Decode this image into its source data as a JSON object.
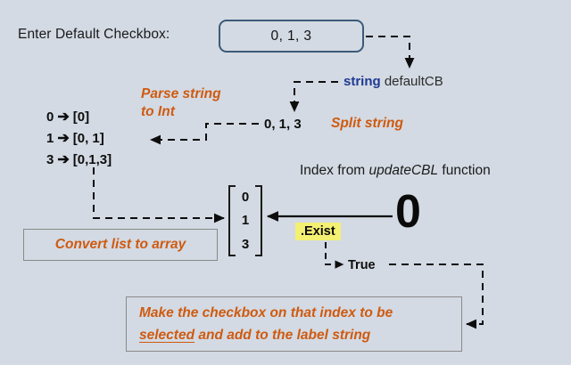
{
  "background_color": "#d3dae3",
  "accent_orange": "#cf5a10",
  "keyword_blue": "#1f3a93",
  "highlight_yellow": "#f4f072",
  "input_border": "#3c5a78",
  "form": {
    "enter_label": "Enter Default Checkbox:",
    "input_value": "0, 1, 3"
  },
  "variable": {
    "keyword": "string",
    "name": " defaultCB"
  },
  "annotations": {
    "parse_string": "Parse string\nto Int",
    "split_string": "Split string",
    "convert_list": "Convert list to array",
    "make_checkbox_line1": "Make the checkbox on that index to be",
    "make_checkbox_underlined": "selected",
    "make_checkbox_line2": " and add to the label string"
  },
  "split_values": "0, 1, 3",
  "mapping": [
    {
      "key": "0",
      "arrow": "➔",
      "value": "[0]"
    },
    {
      "key": "1",
      "arrow": "➔",
      "value": "[0, 1]"
    },
    {
      "key": "3",
      "arrow": "➔",
      "value": "[0,1,3]"
    }
  ],
  "index_caption": {
    "prefix": "Index from ",
    "italic": "updateCBL",
    "suffix": " function"
  },
  "array": {
    "items": [
      "0",
      "1",
      "3"
    ]
  },
  "index_value": "0",
  "exist_call": ".Exist",
  "true_label": "True"
}
